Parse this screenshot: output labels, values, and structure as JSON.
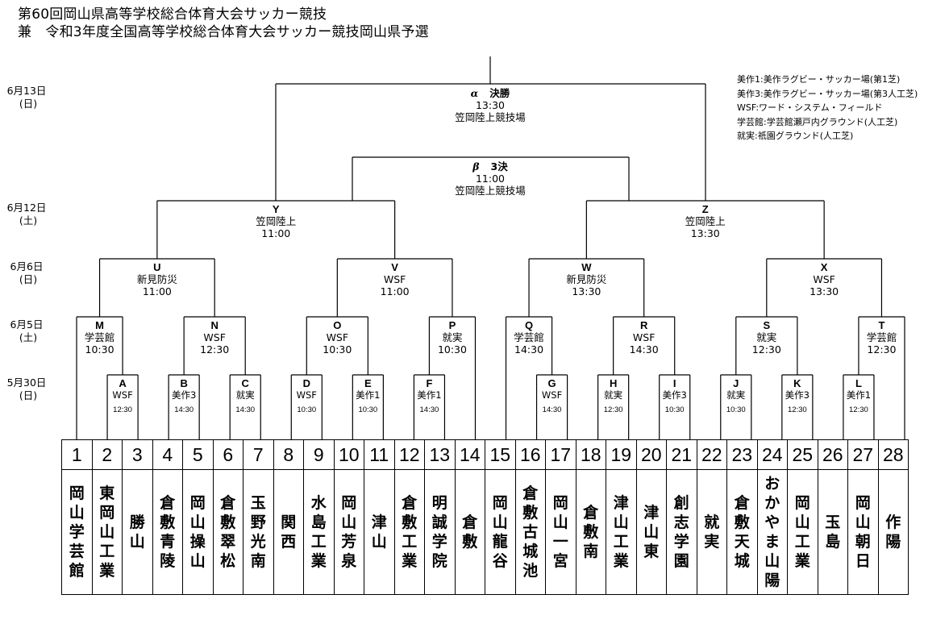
{
  "title": {
    "line1": "第60回岡山県高等学校総合体育大会サッカー競技",
    "line2": "兼　令和3年度全国高等学校総合体育大会サッカー競技岡山県予選"
  },
  "legend": [
    "美作1:美作ラグビー・サッカー場(第1芝)",
    "美作3:美作ラグビー・サッカー場(第3人工芝)",
    "WSF:ワード・システム・フィールド",
    "学芸館:学芸館瀬戸内グラウンド(人工芝)",
    "就実:祇園グラウンド(人工芝)"
  ],
  "dates": [
    {
      "date": "6月13日",
      "dow": "(日)"
    },
    {
      "date": "6月12日",
      "dow": "(土)"
    },
    {
      "date": "6月6日",
      "dow": "(日)"
    },
    {
      "date": "6月5日",
      "dow": "(土)"
    },
    {
      "date": "5月30日",
      "dow": "(日)"
    }
  ],
  "final": {
    "symbol": "α",
    "name": "決勝",
    "time": "13:30",
    "venue": "笠岡陸上競技場"
  },
  "third_place": {
    "symbol": "β",
    "name": "3決",
    "time": "11:00",
    "venue": "笠岡陸上競技場"
  },
  "semifinals": [
    {
      "id": "Y",
      "venue": "笠岡陸上",
      "time": "11:00"
    },
    {
      "id": "Z",
      "venue": "笠岡陸上",
      "time": "13:30"
    }
  ],
  "quarterfinals": [
    {
      "id": "U",
      "venue": "新見防災",
      "time": "11:00"
    },
    {
      "id": "V",
      "venue": "WSF",
      "time": "11:00"
    },
    {
      "id": "W",
      "venue": "新見防災",
      "time": "13:30"
    },
    {
      "id": "X",
      "venue": "WSF",
      "time": "13:30"
    }
  ],
  "round2": [
    {
      "id": "M",
      "venue": "学芸館",
      "time": "10:30"
    },
    {
      "id": "N",
      "venue": "WSF",
      "time": "12:30"
    },
    {
      "id": "O",
      "venue": "WSF",
      "time": "10:30"
    },
    {
      "id": "P",
      "venue": "就実",
      "time": "10:30"
    },
    {
      "id": "Q",
      "venue": "学芸館",
      "time": "14:30"
    },
    {
      "id": "R",
      "venue": "WSF",
      "time": "14:30"
    },
    {
      "id": "S",
      "venue": "就実",
      "time": "12:30"
    },
    {
      "id": "T",
      "venue": "学芸館",
      "time": "12:30"
    }
  ],
  "round1": [
    {
      "id": "A",
      "venue": "WSF",
      "time": "12:30"
    },
    {
      "id": "B",
      "venue": "美作3",
      "time": "14:30"
    },
    {
      "id": "C",
      "venue": "就実",
      "time": "14:30"
    },
    {
      "id": "D",
      "venue": "WSF",
      "time": "10:30"
    },
    {
      "id": "E",
      "venue": "美作1",
      "time": "10:30"
    },
    {
      "id": "F",
      "venue": "美作1",
      "time": "14:30"
    },
    {
      "id": "G",
      "venue": "WSF",
      "time": "14:30"
    },
    {
      "id": "H",
      "venue": "就実",
      "time": "12:30"
    },
    {
      "id": "I",
      "venue": "美作3",
      "time": "10:30"
    },
    {
      "id": "J",
      "venue": "就実",
      "time": "10:30"
    },
    {
      "id": "K",
      "venue": "美作3",
      "time": "12:30"
    },
    {
      "id": "L",
      "venue": "美作1",
      "time": "12:30"
    }
  ],
  "teams": [
    {
      "no": "1",
      "name": "岡山学芸館"
    },
    {
      "no": "2",
      "name": "東岡山工業"
    },
    {
      "no": "3",
      "name": "勝山"
    },
    {
      "no": "4",
      "name": "倉敷青陵"
    },
    {
      "no": "5",
      "name": "岡山操山"
    },
    {
      "no": "6",
      "name": "倉敷翠松"
    },
    {
      "no": "7",
      "name": "玉野光南"
    },
    {
      "no": "8",
      "name": "関西"
    },
    {
      "no": "9",
      "name": "水島工業"
    },
    {
      "no": "10",
      "name": "岡山芳泉"
    },
    {
      "no": "11",
      "name": "津山"
    },
    {
      "no": "12",
      "name": "倉敷工業"
    },
    {
      "no": "13",
      "name": "明誠学院"
    },
    {
      "no": "14",
      "name": "倉敷"
    },
    {
      "no": "15",
      "name": "岡山龍谷"
    },
    {
      "no": "16",
      "name": "倉敷古城池"
    },
    {
      "no": "17",
      "name": "岡山一宮"
    },
    {
      "no": "18",
      "name": "倉敷南"
    },
    {
      "no": "19",
      "name": "津山工業"
    },
    {
      "no": "20",
      "name": "津山東"
    },
    {
      "no": "21",
      "name": "創志学園"
    },
    {
      "no": "22",
      "name": "就実"
    },
    {
      "no": "23",
      "name": "倉敷天城"
    },
    {
      "no": "24",
      "name": "おかやま山陽"
    },
    {
      "no": "25",
      "name": "岡山工業"
    },
    {
      "no": "26",
      "name": "玉島"
    },
    {
      "no": "27",
      "name": "岡山朝日"
    },
    {
      "no": "28",
      "name": "作陽"
    }
  ]
}
